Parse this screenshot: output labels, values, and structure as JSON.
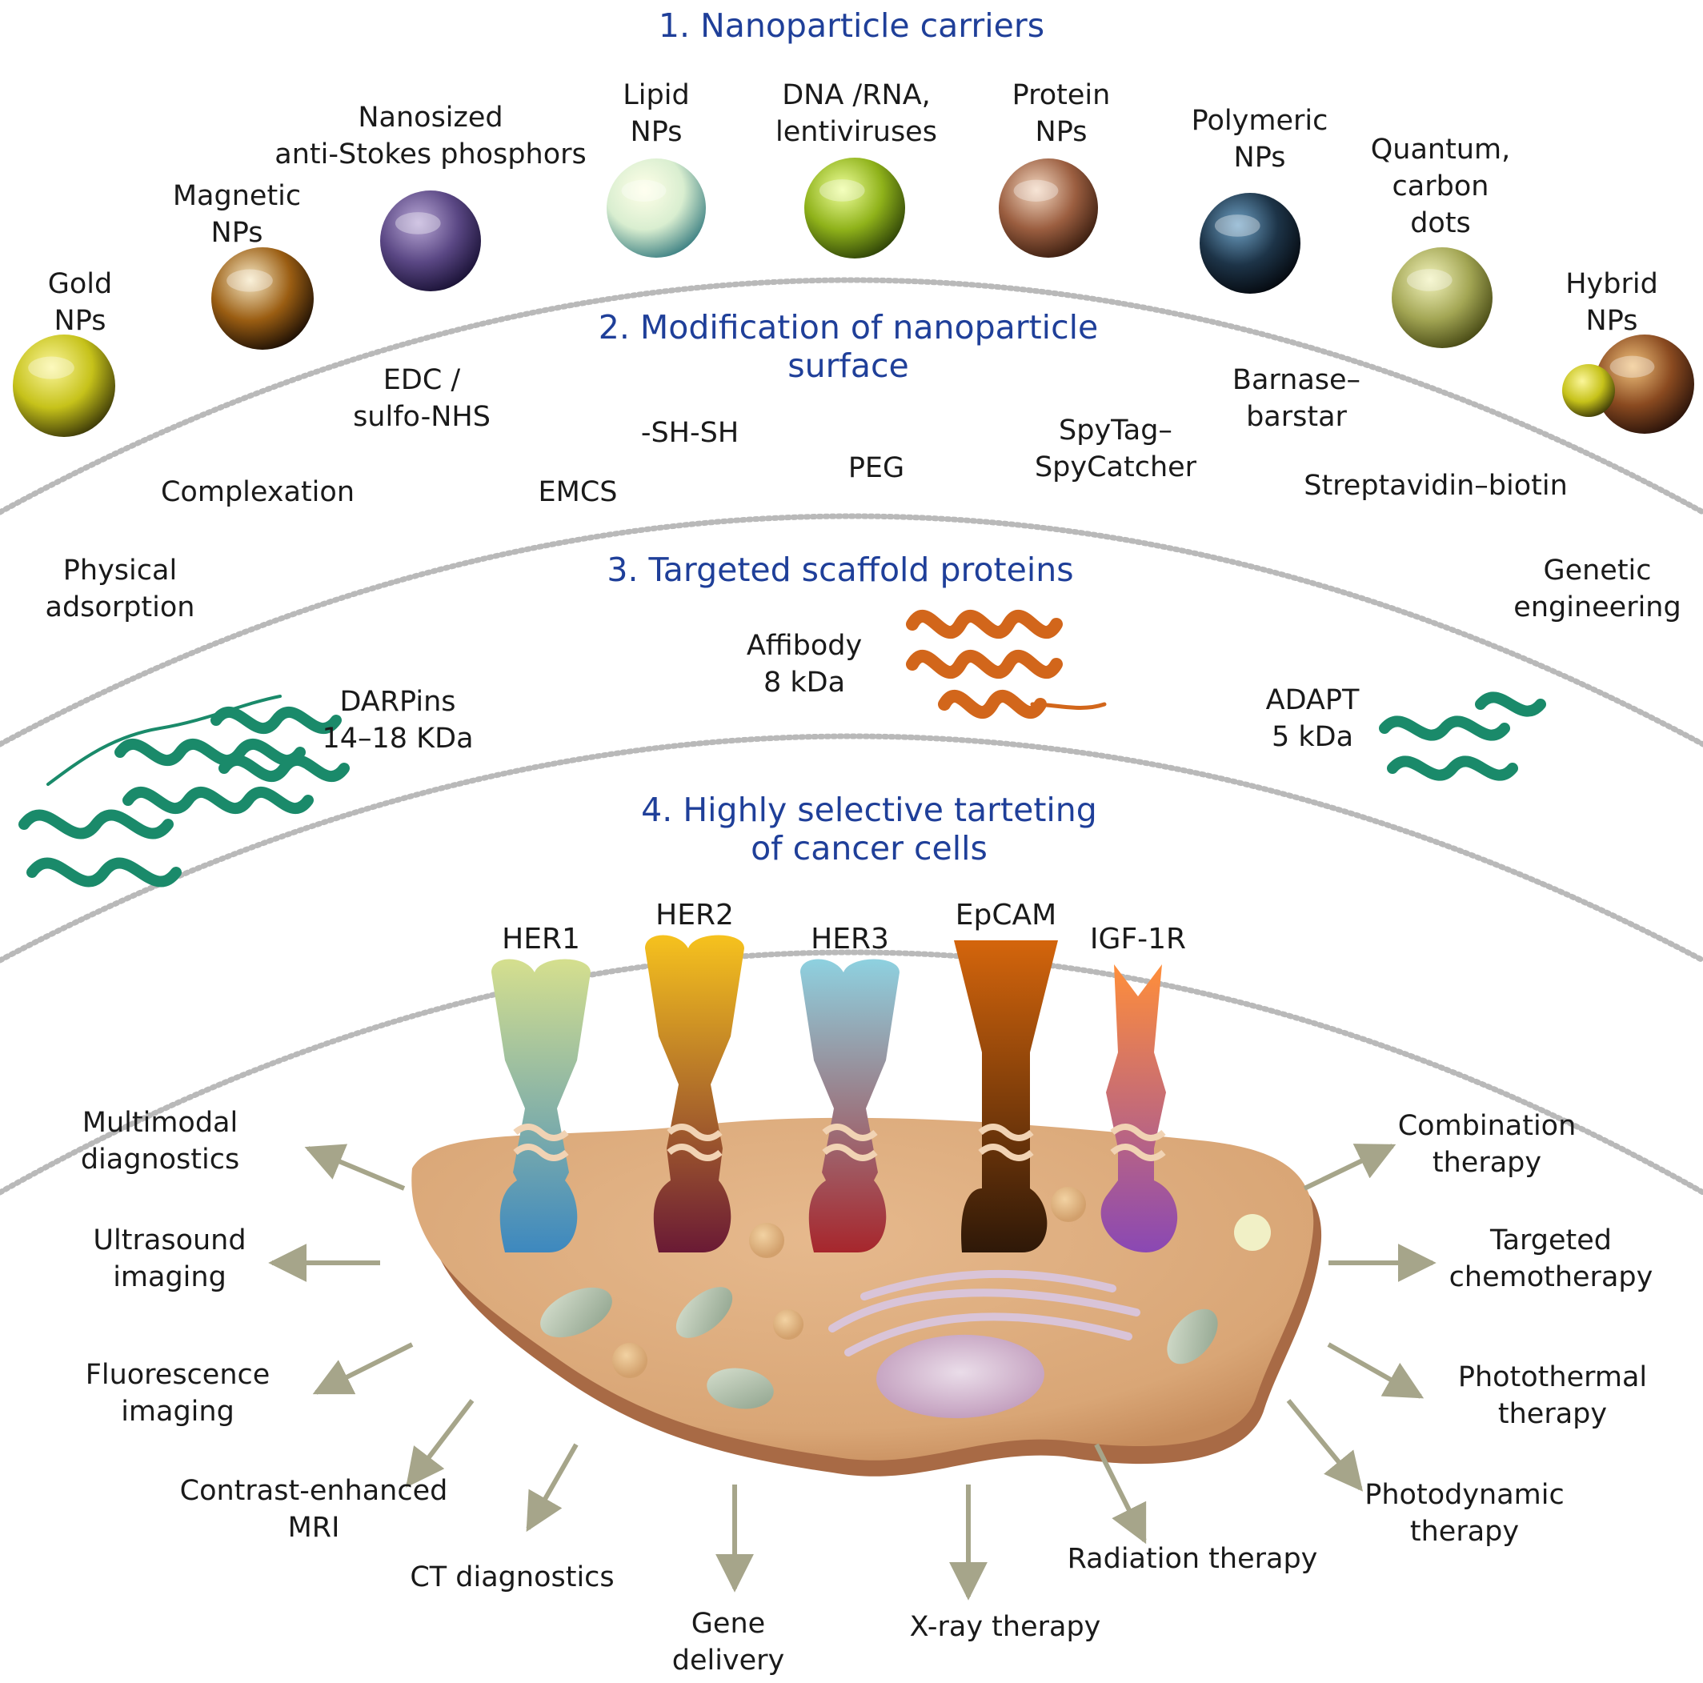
{
  "sections": {
    "s1": [
      "1. Nanoparticle carriers"
    ],
    "s2": [
      "2. Modification of nanoparticle",
      "surface"
    ],
    "s3": [
      "3. Targeted scaffold proteins"
    ],
    "s4": [
      "4. Highly selective tarteting",
      "of cancer cells"
    ]
  },
  "carriers": [
    {
      "lines": [
        "Gold",
        "NPs"
      ],
      "colors": [
        "#fbf69a",
        "#c6c21a",
        "#3d3a08"
      ]
    },
    {
      "lines": [
        "Magnetic",
        "NPs"
      ],
      "colors": [
        "#f7e9c5",
        "#9a5d12",
        "#1e1005"
      ]
    },
    {
      "lines": [
        "Nanosized",
        "anti-Stokes phosphors"
      ],
      "colors": [
        "#b9a8d6",
        "#5a4784",
        "#1a1236"
      ]
    },
    {
      "lines": [
        "Lipid",
        "NPs"
      ],
      "colors": [
        "#ffffe8",
        "#d9eed0",
        "#3f8284"
      ]
    },
    {
      "lines": [
        "DNA /RNA,",
        "lentiviruses"
      ],
      "colors": [
        "#eeff9a",
        "#8fb21a",
        "#2f4408"
      ]
    },
    {
      "lines": [
        "Protein",
        "NPs"
      ],
      "colors": [
        "#f3d7c0",
        "#9b5e40",
        "#3b1e10"
      ]
    },
    {
      "lines": [
        "Polymeric",
        "NPs"
      ],
      "colors": [
        "#6fa2c6",
        "#1d3448",
        "#05090f"
      ]
    },
    {
      "lines": [
        "Quantum,",
        "carbon",
        "dots"
      ],
      "colors": [
        "#f2f3bc",
        "#a3a654",
        "#484a15"
      ]
    },
    {
      "lines": [
        "Hybrid",
        "NPs"
      ],
      "colors": [
        "#f0c17c",
        "#8a4a20",
        "#2a130a"
      ]
    }
  ],
  "surface_methods": [
    [
      "EDC /",
      "sulfo-NHS"
    ],
    [
      "-SH-SH"
    ],
    [
      "PEG"
    ],
    [
      "SpyTag–",
      "SpyCatcher"
    ],
    [
      "Barnase–",
      "barstar"
    ],
    [
      "Complexation"
    ],
    [
      "EMCS"
    ],
    [
      "Streptavidin–biotin"
    ],
    [
      "Physical",
      "adsorption"
    ],
    [
      "Genetic",
      "engineering"
    ]
  ],
  "scaffolds": [
    {
      "lines": [
        "DARPins",
        "14–18 KDa"
      ],
      "color": "#1a8a6a"
    },
    {
      "lines": [
        "Affibody",
        "8 kDa"
      ],
      "color": "#d2661b"
    },
    {
      "lines": [
        "ADAPT",
        "5 kDa"
      ],
      "color": "#1a8a6a"
    }
  ],
  "receptors": [
    {
      "name": "HER1",
      "colors": [
        "#d5df8e",
        "#3d88bf"
      ]
    },
    {
      "name": "HER2",
      "colors": [
        "#f6c21e",
        "#6a1a35"
      ]
    },
    {
      "name": "HER3",
      "colors": [
        "#8ed1e0",
        "#a7262c"
      ]
    },
    {
      "name": "EpCAM",
      "colors": [
        "#d4650c",
        "#2e1808"
      ]
    },
    {
      "name": "IGF-1R",
      "colors": [
        "#ff8e3a",
        "#8a48b4"
      ]
    }
  ],
  "applications": [
    [
      "Multimodal",
      "diagnostics"
    ],
    [
      "Ultrasound",
      "imaging"
    ],
    [
      "Fluorescence",
      "imaging"
    ],
    [
      "Contrast-enhanced",
      "MRI"
    ],
    [
      "CT diagnostics"
    ],
    [
      "Gene",
      "delivery"
    ],
    [
      "X-ray therapy"
    ],
    [
      "Radiation therapy"
    ],
    [
      "Photodynamic",
      "therapy"
    ],
    [
      "Photothermal",
      "therapy"
    ],
    [
      "Targeted",
      "chemotherapy"
    ],
    [
      "Combination",
      "therapy"
    ]
  ],
  "colors": {
    "heading": "#1f3f99",
    "arrow": "#a6a58a",
    "cell": "#dca87a",
    "cell_edge": "#a86a45"
  }
}
